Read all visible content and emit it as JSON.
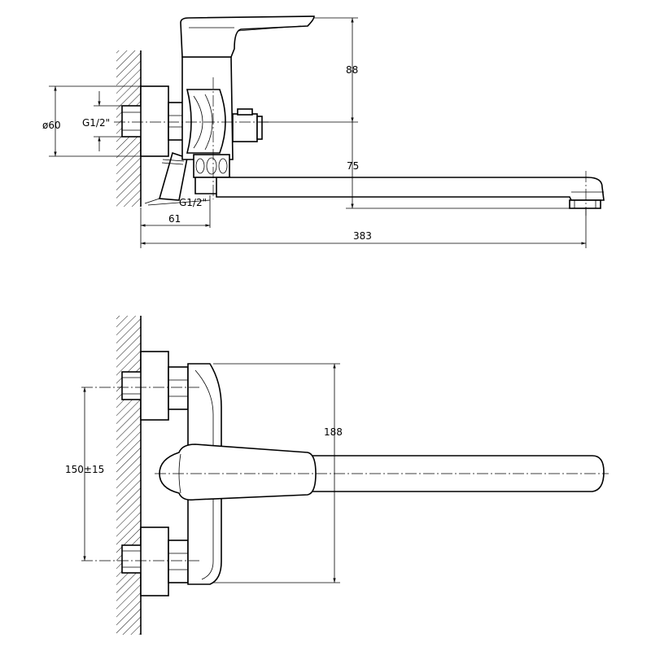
{
  "views": {
    "side": {
      "dims": {
        "height_top": "88",
        "height_spout": "75",
        "flange_diameter": "ø60",
        "thread_wall": "G1/2\"",
        "thread_hose": "G1/2\"",
        "eccentric_reach": "61",
        "total_length": "383"
      }
    },
    "top": {
      "dims": {
        "body_height": "188",
        "center_distance": "150±15"
      }
    }
  }
}
